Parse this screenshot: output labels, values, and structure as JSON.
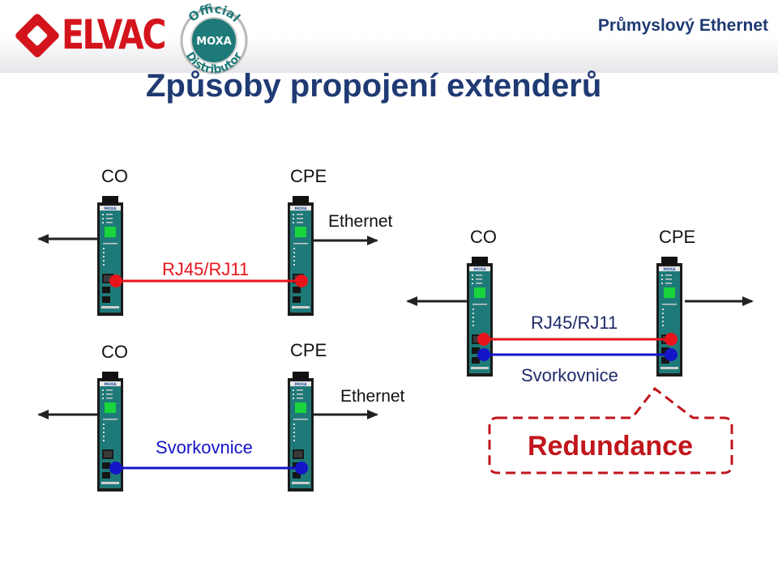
{
  "header": {
    "logo_text": "ELVAC",
    "seal_top": "Official",
    "seal_middle": "MOXA",
    "seal_bottom": "Distributor",
    "section_title": "Průmyslový Ethernet"
  },
  "slide": {
    "title": "Způsoby propojení extenderů"
  },
  "diagrams": {
    "top_left": {
      "co_label": "CO",
      "cpe_label": "CPE",
      "link_label": "RJ45/RJ11",
      "ethernet_label": "Ethernet"
    },
    "bottom_left": {
      "co_label": "CO",
      "cpe_label": "CPE",
      "link_label": "Svorkovnice",
      "ethernet_label": "Ethernet"
    },
    "right": {
      "co_label": "CO",
      "cpe_label": "CPE",
      "link_label_red": "RJ45/RJ11",
      "link_label_blue": "Svorkovnice",
      "callout_label": "Redundance"
    }
  },
  "device": {
    "brand": "MOXA"
  },
  "colors": {
    "title_blue": "#1f3a73",
    "brand_red": "#d4141c",
    "link_red": "#e8141c",
    "link_blue": "#1414c8",
    "device_body": "#1e7a78",
    "led_green": "#19d43c",
    "callout_red": "#c0161c"
  }
}
